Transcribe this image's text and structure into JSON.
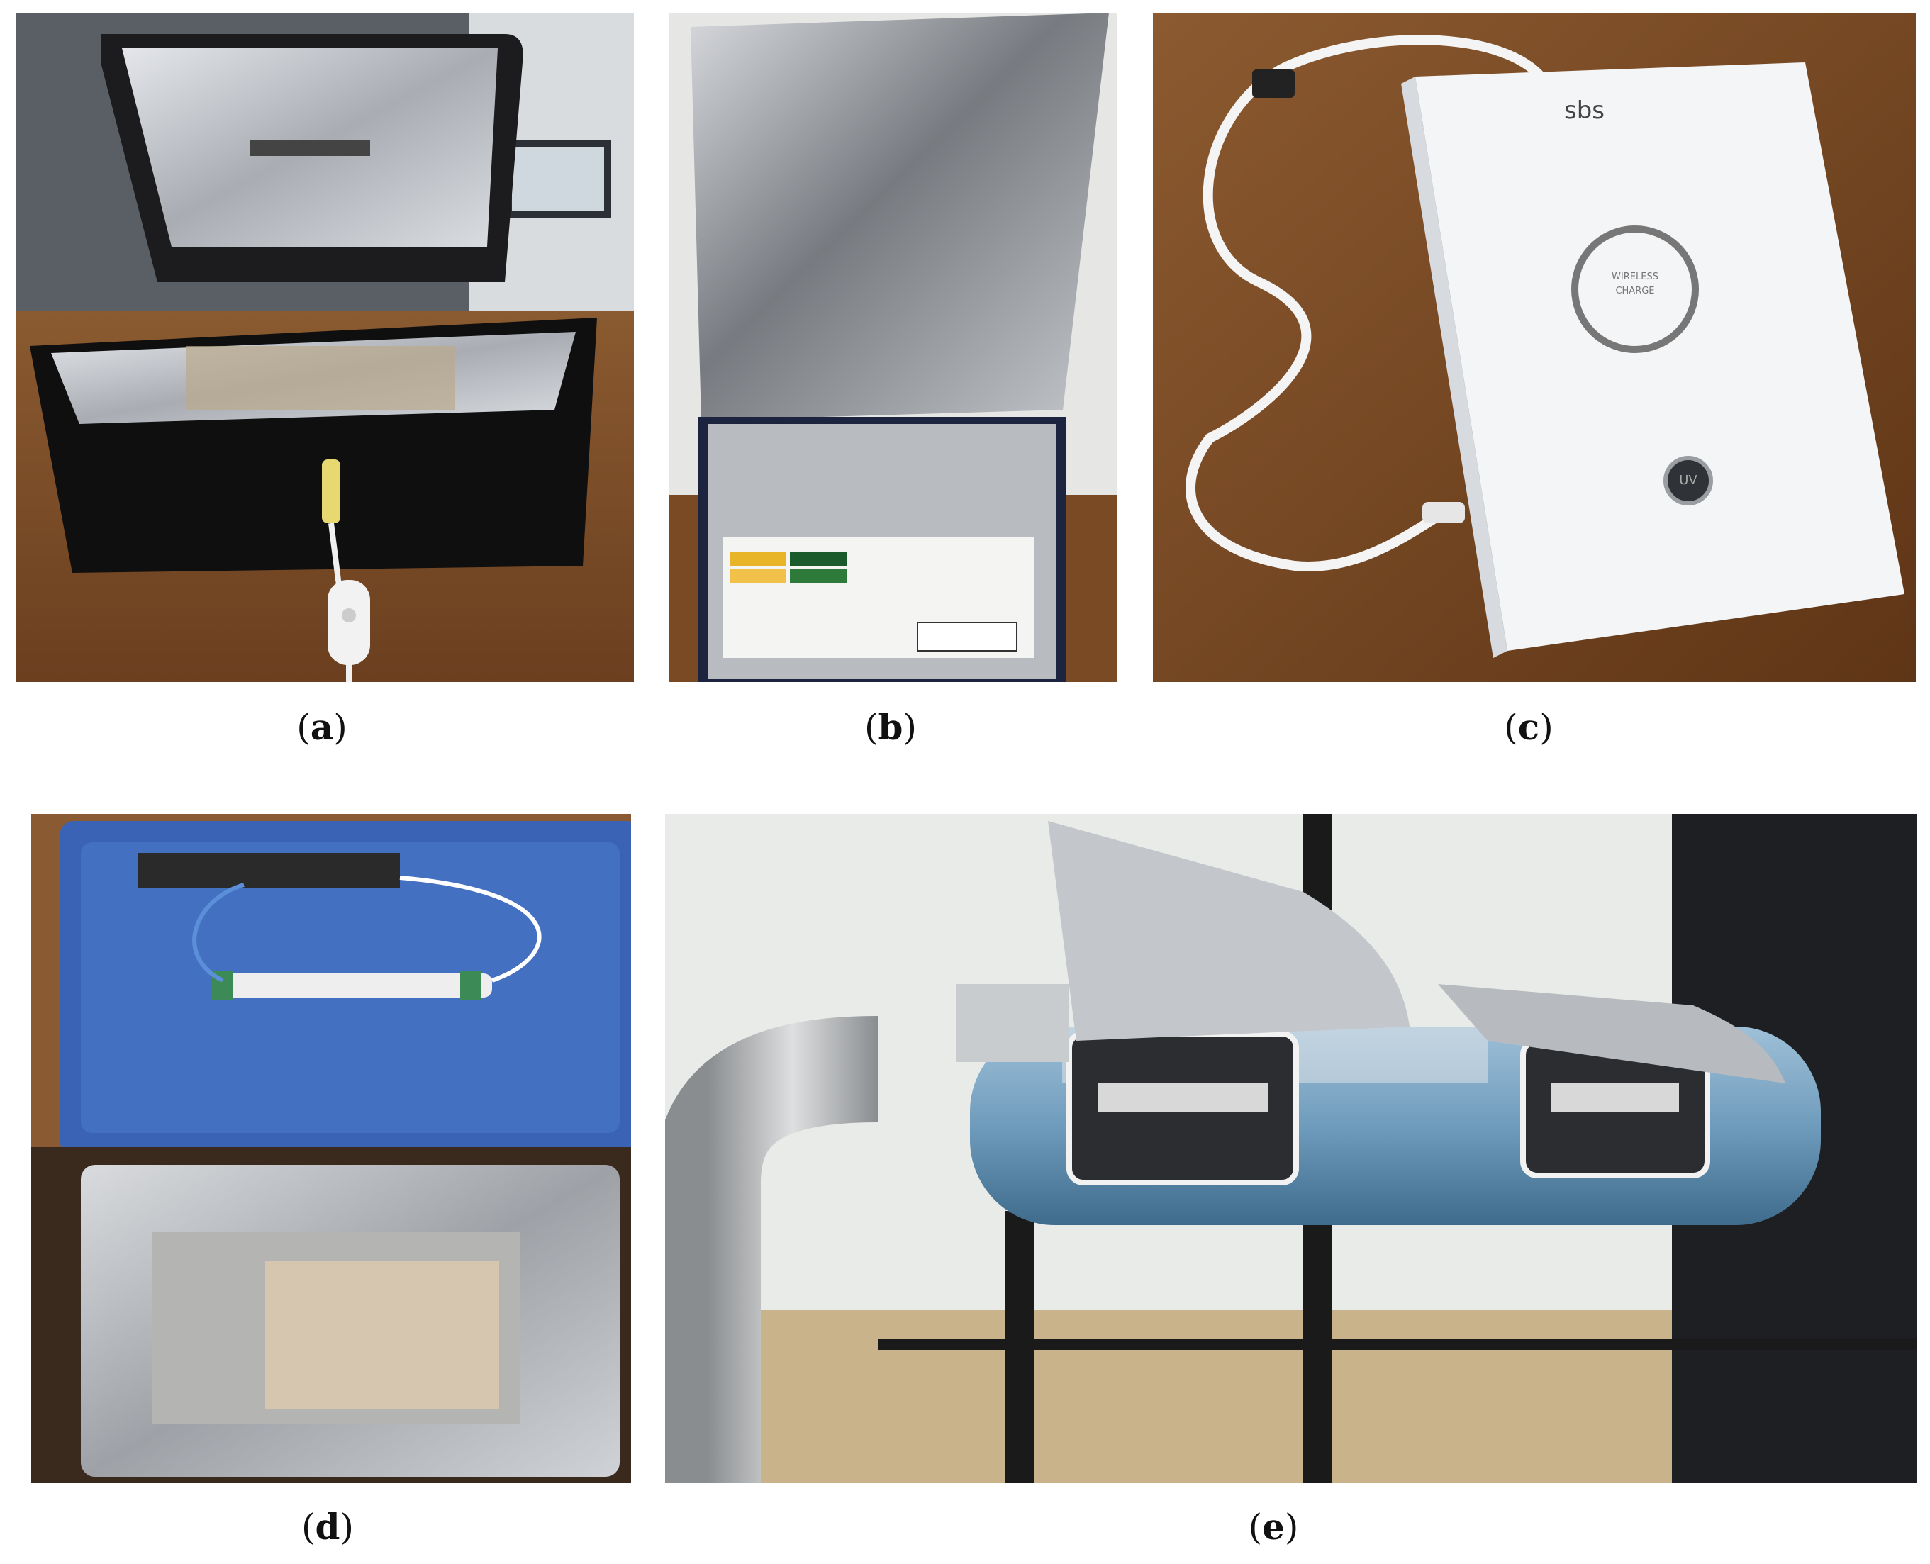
{
  "figure": {
    "panels": [
      {
        "id": "a",
        "caption_letter": "a",
        "subject": "open black insulated bag with reflective lining and lamp, with switch cable"
      },
      {
        "id": "b",
        "caption_letter": "b",
        "subject": "foil-lined cardboard box with open lid and medicine carton inside"
      },
      {
        "id": "c",
        "caption_letter": "c",
        "subject": "white UV sterilizer box with wireless charger and cable"
      },
      {
        "id": "d",
        "caption_letter": "d",
        "subject": "blue plastic lid with UV lamp and ballast above foil-lined tub"
      },
      {
        "id": "e",
        "caption_letter": "e",
        "subject": "cylindrical duct UV chamber with open reflective hatches and flexible hose"
      }
    ],
    "texts": {
      "box_brand": "sbs",
      "box_label_line1": "WIRELESS",
      "box_label_line2": "CHARGE",
      "box_button": "UV"
    }
  },
  "colors": {
    "wood": "#7a4a25",
    "foil": "#c9ccd0",
    "blue_lid": "#3b63b5",
    "duct": "#7fa7c4"
  }
}
